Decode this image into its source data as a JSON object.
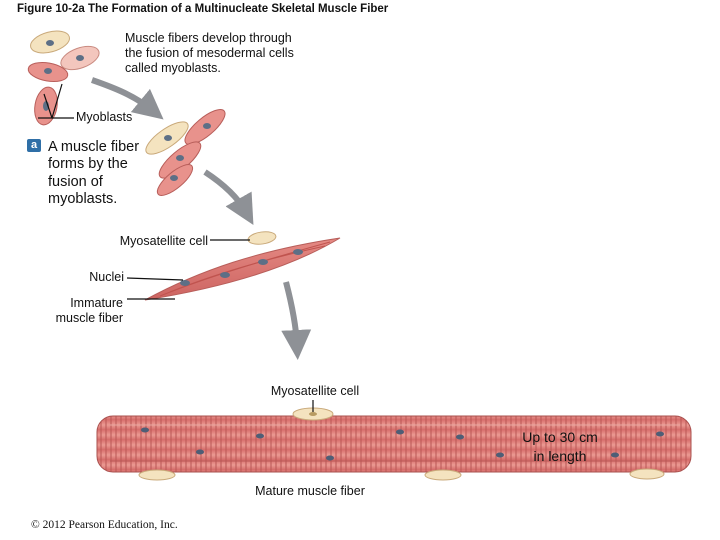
{
  "figure_title": "Figure 10-2a The Formation of a Multinucleate Skeletal Muscle Fiber",
  "intro_text": "Muscle fibers develop through the fusion of mesodermal cells called myoblasts.",
  "step_badge": "a",
  "step_text": "A muscle fiber forms by the fusion of myoblasts.",
  "labels": {
    "myoblasts": "Myoblasts",
    "myosatellite_upper": "Myosatellite cell",
    "nuclei": "Nuclei",
    "immature_line1": "Immature",
    "immature_line2": "muscle fiber",
    "myosatellite_lower": "Myosatellite cell",
    "length_line1": "Up to 30 cm",
    "length_line2": "in length",
    "mature": "Mature muscle fiber"
  },
  "copyright": "© 2012 Pearson Education, Inc.",
  "colors": {
    "muscle_fill": "#e8928c",
    "muscle_stripe": "#c9625f",
    "myoblast_fill": "#f3c6bd",
    "satellite_fill": "#f4e3bf",
    "nucleus": "#5d6f86",
    "arrow": "#8e9196",
    "badge": "#2f6fa7"
  }
}
